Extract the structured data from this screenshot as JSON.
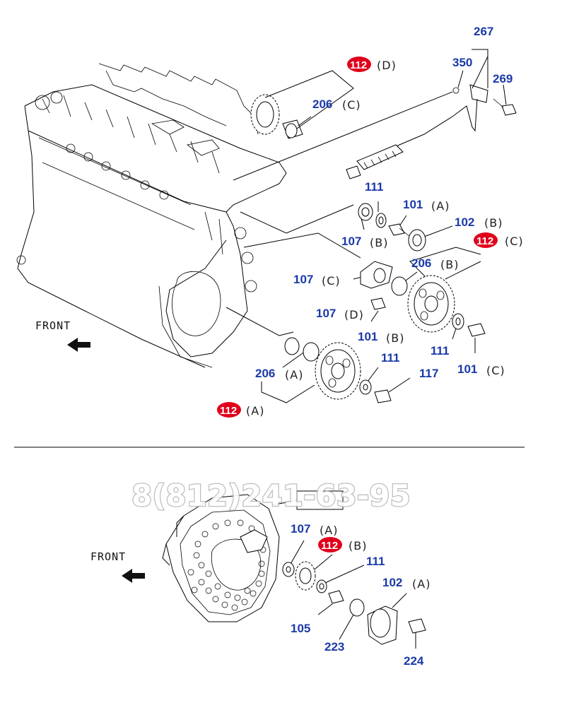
{
  "labels": {
    "l267": "267",
    "l350": "350",
    "l269": "269",
    "l112d": "112",
    "l112d_suffix": "(D)",
    "l206c": "206",
    "l206c_suffix": "(C)",
    "l111a": "111",
    "l101a": "101",
    "l101a_suffix": "(A)",
    "l102b": "102",
    "l102b_suffix": "(B)",
    "l112c": "112",
    "l112c_suffix": "(C)",
    "l107b": "107",
    "l107b_suffix": "(B)",
    "l206b": "206",
    "l206b_suffix": "(B)",
    "l107c": "107",
    "l107c_suffix": "(C)",
    "l107d": "107",
    "l107d_suffix": "(D)",
    "l101b": "101",
    "l101b_suffix": "(B)",
    "l111b": "111",
    "l101c": "101",
    "l101c_suffix": "(C)",
    "l111c": "111",
    "l117": "117",
    "l206a": "206",
    "l206a_suffix": "(A)",
    "l112a": "112",
    "l112a_suffix": "(A)",
    "l107a": "107",
    "l107a_suffix": "(A)",
    "l112b": "112",
    "l112b_suffix": "(B)",
    "l111d": "111",
    "l102a": "102",
    "l102a_suffix": "(A)",
    "l105": "105",
    "l223": "223",
    "l224": "224"
  },
  "front_top": "FRONT",
  "front_bottom": "FRONT",
  "watermark_phone": "8(812)241-63-95",
  "colors": {
    "number": "#1a3aa8",
    "badge": "#e0001b"
  }
}
